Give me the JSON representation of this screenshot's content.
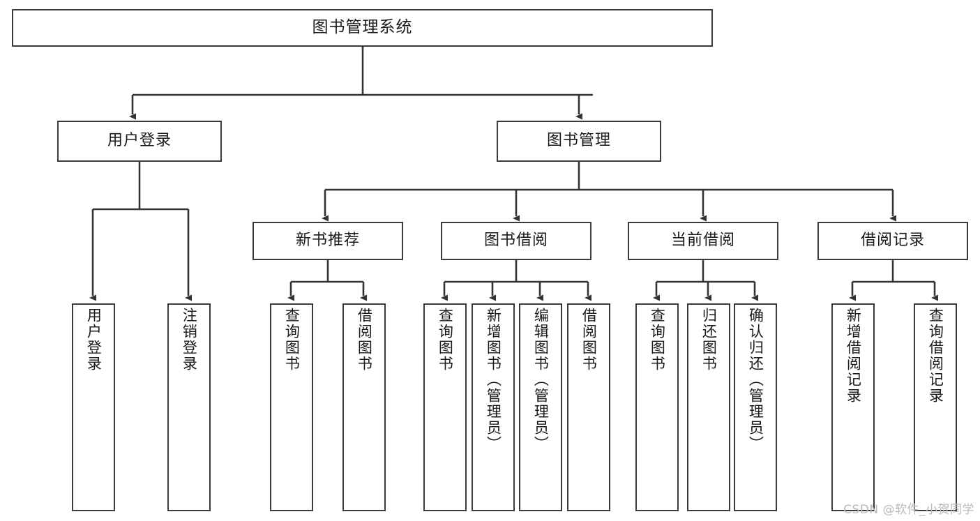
{
  "diagram": {
    "type": "tree-hierarchy",
    "title": "图书管理系统",
    "watermark": "CSDN @软件_小贺同学",
    "colors": {
      "box_border": "#3a3a3a",
      "box_fill": "#ffffff",
      "connector": "#333333",
      "text": "#1a1a1a",
      "watermark": "#b9b9b9",
      "background": "#ffffff"
    },
    "levels": [
      {
        "level": 1,
        "nodes": [
          {
            "id": "root",
            "label": "图书管理系统",
            "orientation": "horizontal"
          }
        ]
      },
      {
        "level": 2,
        "nodes": [
          {
            "id": "user-login",
            "label": "用户登录",
            "orientation": "horizontal",
            "parent": "root"
          },
          {
            "id": "book-manage",
            "label": "图书管理",
            "orientation": "horizontal",
            "parent": "root"
          }
        ]
      },
      {
        "level": 3,
        "nodes": [
          {
            "id": "new-book-rec",
            "label": "新书推荐",
            "orientation": "horizontal",
            "parent": "book-manage"
          },
          {
            "id": "book-borrow",
            "label": "图书借阅",
            "orientation": "horizontal",
            "parent": "book-manage"
          },
          {
            "id": "current-borrow",
            "label": "当前借阅",
            "orientation": "horizontal",
            "parent": "book-manage"
          },
          {
            "id": "borrow-record",
            "label": "借阅记录",
            "orientation": "horizontal",
            "parent": "book-manage"
          }
        ]
      },
      {
        "level": 4,
        "nodes": [
          {
            "id": "leaf-1",
            "label": "用户登录",
            "orientation": "vertical",
            "parent": "user-login"
          },
          {
            "id": "leaf-2",
            "label": "注销登录",
            "orientation": "vertical",
            "parent": "user-login"
          },
          {
            "id": "leaf-3",
            "label": "查询图书",
            "orientation": "vertical",
            "parent": "new-book-rec"
          },
          {
            "id": "leaf-4",
            "label": "借阅图书",
            "orientation": "vertical",
            "parent": "new-book-rec"
          },
          {
            "id": "leaf-5",
            "label": "查询图书",
            "orientation": "vertical",
            "parent": "book-borrow"
          },
          {
            "id": "leaf-6",
            "label": "新增图书（管理员）",
            "orientation": "vertical",
            "parent": "book-borrow"
          },
          {
            "id": "leaf-7",
            "label": "编辑图书（管理员）",
            "orientation": "vertical",
            "parent": "book-borrow"
          },
          {
            "id": "leaf-8",
            "label": "借阅图书",
            "orientation": "vertical",
            "parent": "book-borrow"
          },
          {
            "id": "leaf-9",
            "label": "查询图书",
            "orientation": "vertical",
            "parent": "current-borrow"
          },
          {
            "id": "leaf-10",
            "label": "归还图书",
            "orientation": "vertical",
            "parent": "current-borrow"
          },
          {
            "id": "leaf-11",
            "label": "确认归还（管理员）",
            "orientation": "vertical",
            "parent": "current-borrow"
          },
          {
            "id": "leaf-12",
            "label": "新增借阅记录",
            "orientation": "vertical",
            "parent": "borrow-record"
          },
          {
            "id": "leaf-13",
            "label": "查询借阅记录",
            "orientation": "vertical",
            "parent": "borrow-record"
          }
        ]
      }
    ]
  }
}
